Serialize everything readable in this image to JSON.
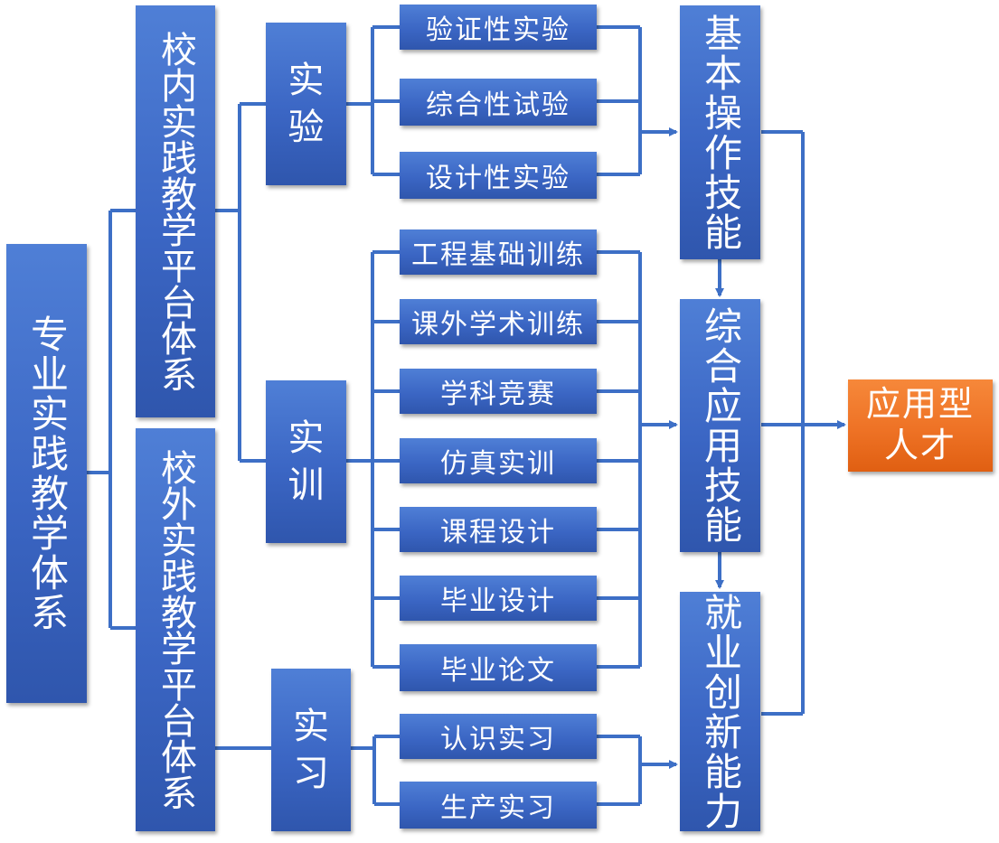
{
  "root": "专业实践教学体系",
  "platforms": {
    "internal": "校内实践教学平台体系",
    "external": "校外实践教学平台体系"
  },
  "categories": {
    "experiment": "实\n验",
    "training": "实\n训",
    "internship": "实\n习"
  },
  "items": {
    "experiment": [
      "验证性实验",
      "综合性试验",
      "设计性实验"
    ],
    "training": [
      "工程基础训练",
      "课外学术训练",
      "学科竞赛",
      "仿真实训",
      "课程设计",
      "毕业设计",
      "毕业论文"
    ],
    "internship": [
      "认识实习",
      "生产实习"
    ]
  },
  "skills": {
    "basic": "基本操作技能",
    "comprehensive": "综合应用技能",
    "innovation": "就业创新能力"
  },
  "outcome": "应用型\n人才",
  "colors": {
    "box_blue": "#3b66c4",
    "line_blue": "#3d6fc6",
    "outcome_orange": "#ee7225"
  }
}
